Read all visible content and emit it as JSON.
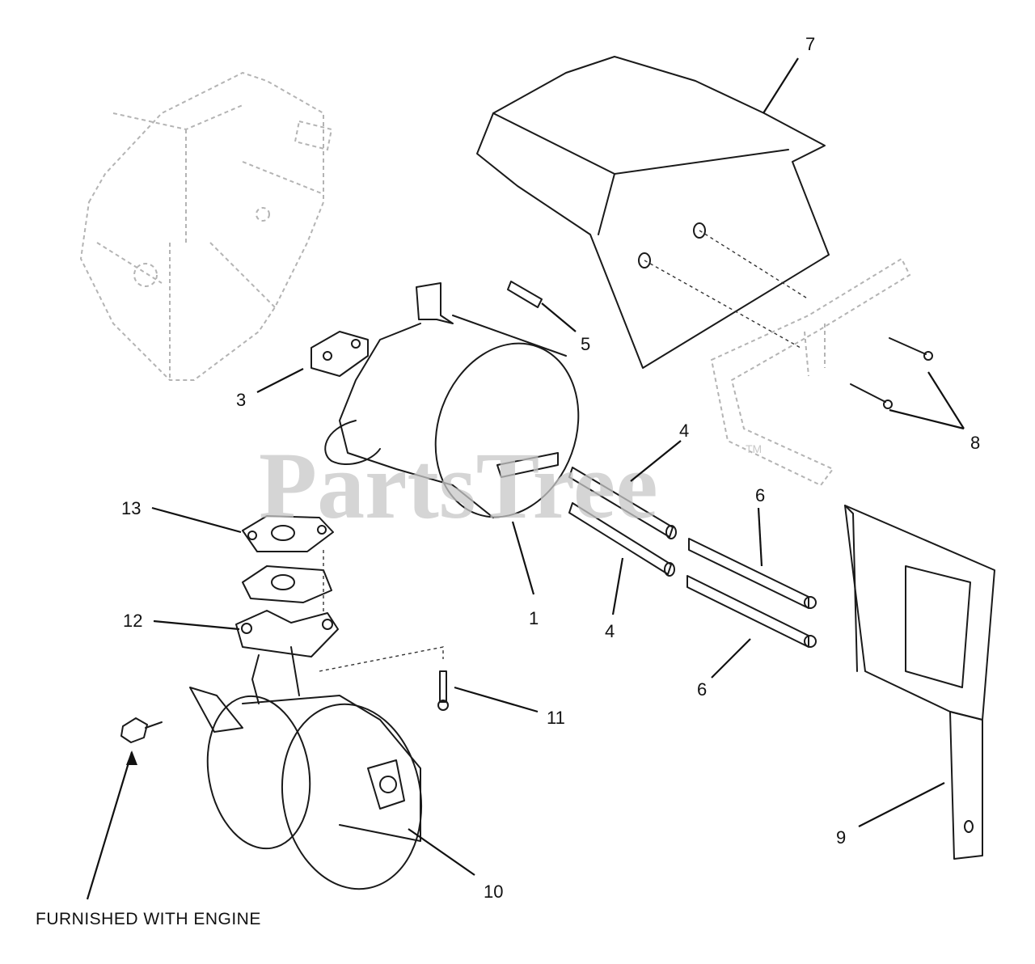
{
  "watermark": {
    "text": "PartsTree",
    "trademark": "TM"
  },
  "note": "FURNISHED WITH ENGINE",
  "callouts": {
    "c1": "1",
    "c3": "3",
    "c4a": "4",
    "c4b": "4",
    "c5": "5",
    "c6a": "6",
    "c6b": "6",
    "c7": "7",
    "c8": "8",
    "c9": "9",
    "c10": "10",
    "c11": "11",
    "c12": "12",
    "c13": "13"
  }
}
